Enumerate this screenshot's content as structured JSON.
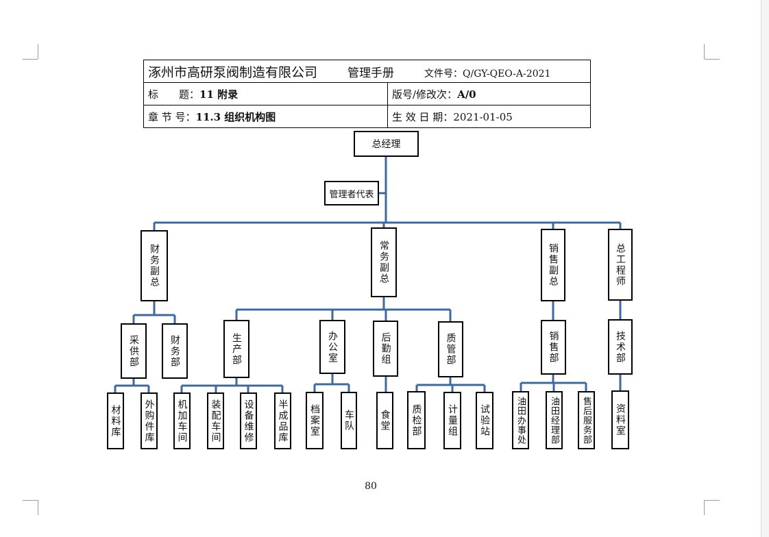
{
  "header": {
    "company": "涿州市高研泵阀制造有限公司",
    "manual": "管理手册",
    "doc_no_label": "文件号：",
    "doc_no": "Q/GY-QEO-A-2021",
    "title_label": "标　　题：",
    "title_value": "11 附录",
    "version_label": "版号/修改次：",
    "version_value": "A/0",
    "chapter_label": "章 节 号：",
    "chapter_value": "11.3 组织机构图",
    "effective_label": "生 效 日 期：",
    "effective_value": "2021-01-05"
  },
  "org": {
    "general_manager": "总经理",
    "mgmt_rep": "管理者代表",
    "vp_finance": "财务副总",
    "vp_operations": "常务副总",
    "vp_sales": "销售副总",
    "chief_engineer": "总工程师",
    "dept_procurement": "采供部",
    "dept_finance": "财务部",
    "dept_production": "生产部",
    "dept_office": "办公室",
    "dept_logistics": "后勤组",
    "dept_quality": "质管部",
    "dept_sales": "销售部",
    "dept_technical": "技术部",
    "unit_material_store": "材料库",
    "unit_purchased_store": "外购件库",
    "unit_machining": "机加车间",
    "unit_assembly": "装配车间",
    "unit_maintenance": "设备维修",
    "unit_semi_store": "半成品库",
    "unit_archives": "档案室",
    "unit_fleet": "车队",
    "unit_canteen": "食堂",
    "unit_inspection": "质检部",
    "unit_metrology": "计量组",
    "unit_test_station": "试验站",
    "unit_oilfield_office": "油田办事处",
    "unit_oilfield_dept": "油田经理部",
    "unit_after_sales": "售后服务部",
    "unit_data_room": "资料室"
  },
  "page_number": "80",
  "colors": {
    "connector": "#3c6aa0",
    "border": "#000000"
  }
}
